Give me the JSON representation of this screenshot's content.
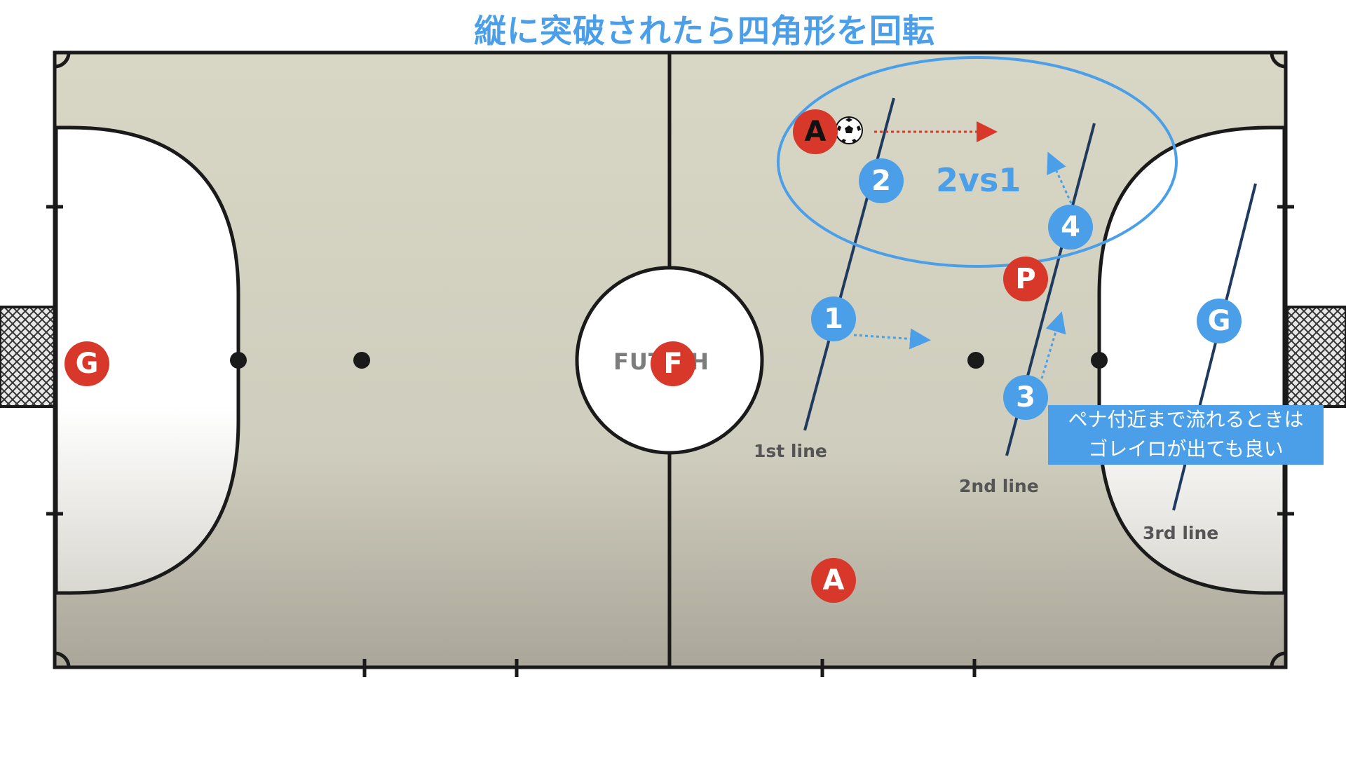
{
  "title": "縦に突破されたら四角形を回転",
  "center_logo": "FUT CH",
  "matchup_label": "2vs1",
  "lines": {
    "first": "1st line",
    "second": "2nd line",
    "third": "3rd line"
  },
  "callout": {
    "line1": "ペナ付近まで流れるときは",
    "line2": "ゴレイロが出ても良い"
  },
  "players": {
    "red_goalkeeper": "G",
    "red_fixo": "F",
    "red_ala_top": "A",
    "red_ala_bottom": "A",
    "red_pivo": "P",
    "blue_1": "1",
    "blue_2": "2",
    "blue_3": "3",
    "blue_4": "4",
    "blue_goalkeeper": "G"
  },
  "colors": {
    "court": "#d6d4c2",
    "red_team": "#d8382a",
    "blue_team": "#4a9fe8",
    "line": "#1a1a1a",
    "defense_line": "#1f3a5f"
  }
}
